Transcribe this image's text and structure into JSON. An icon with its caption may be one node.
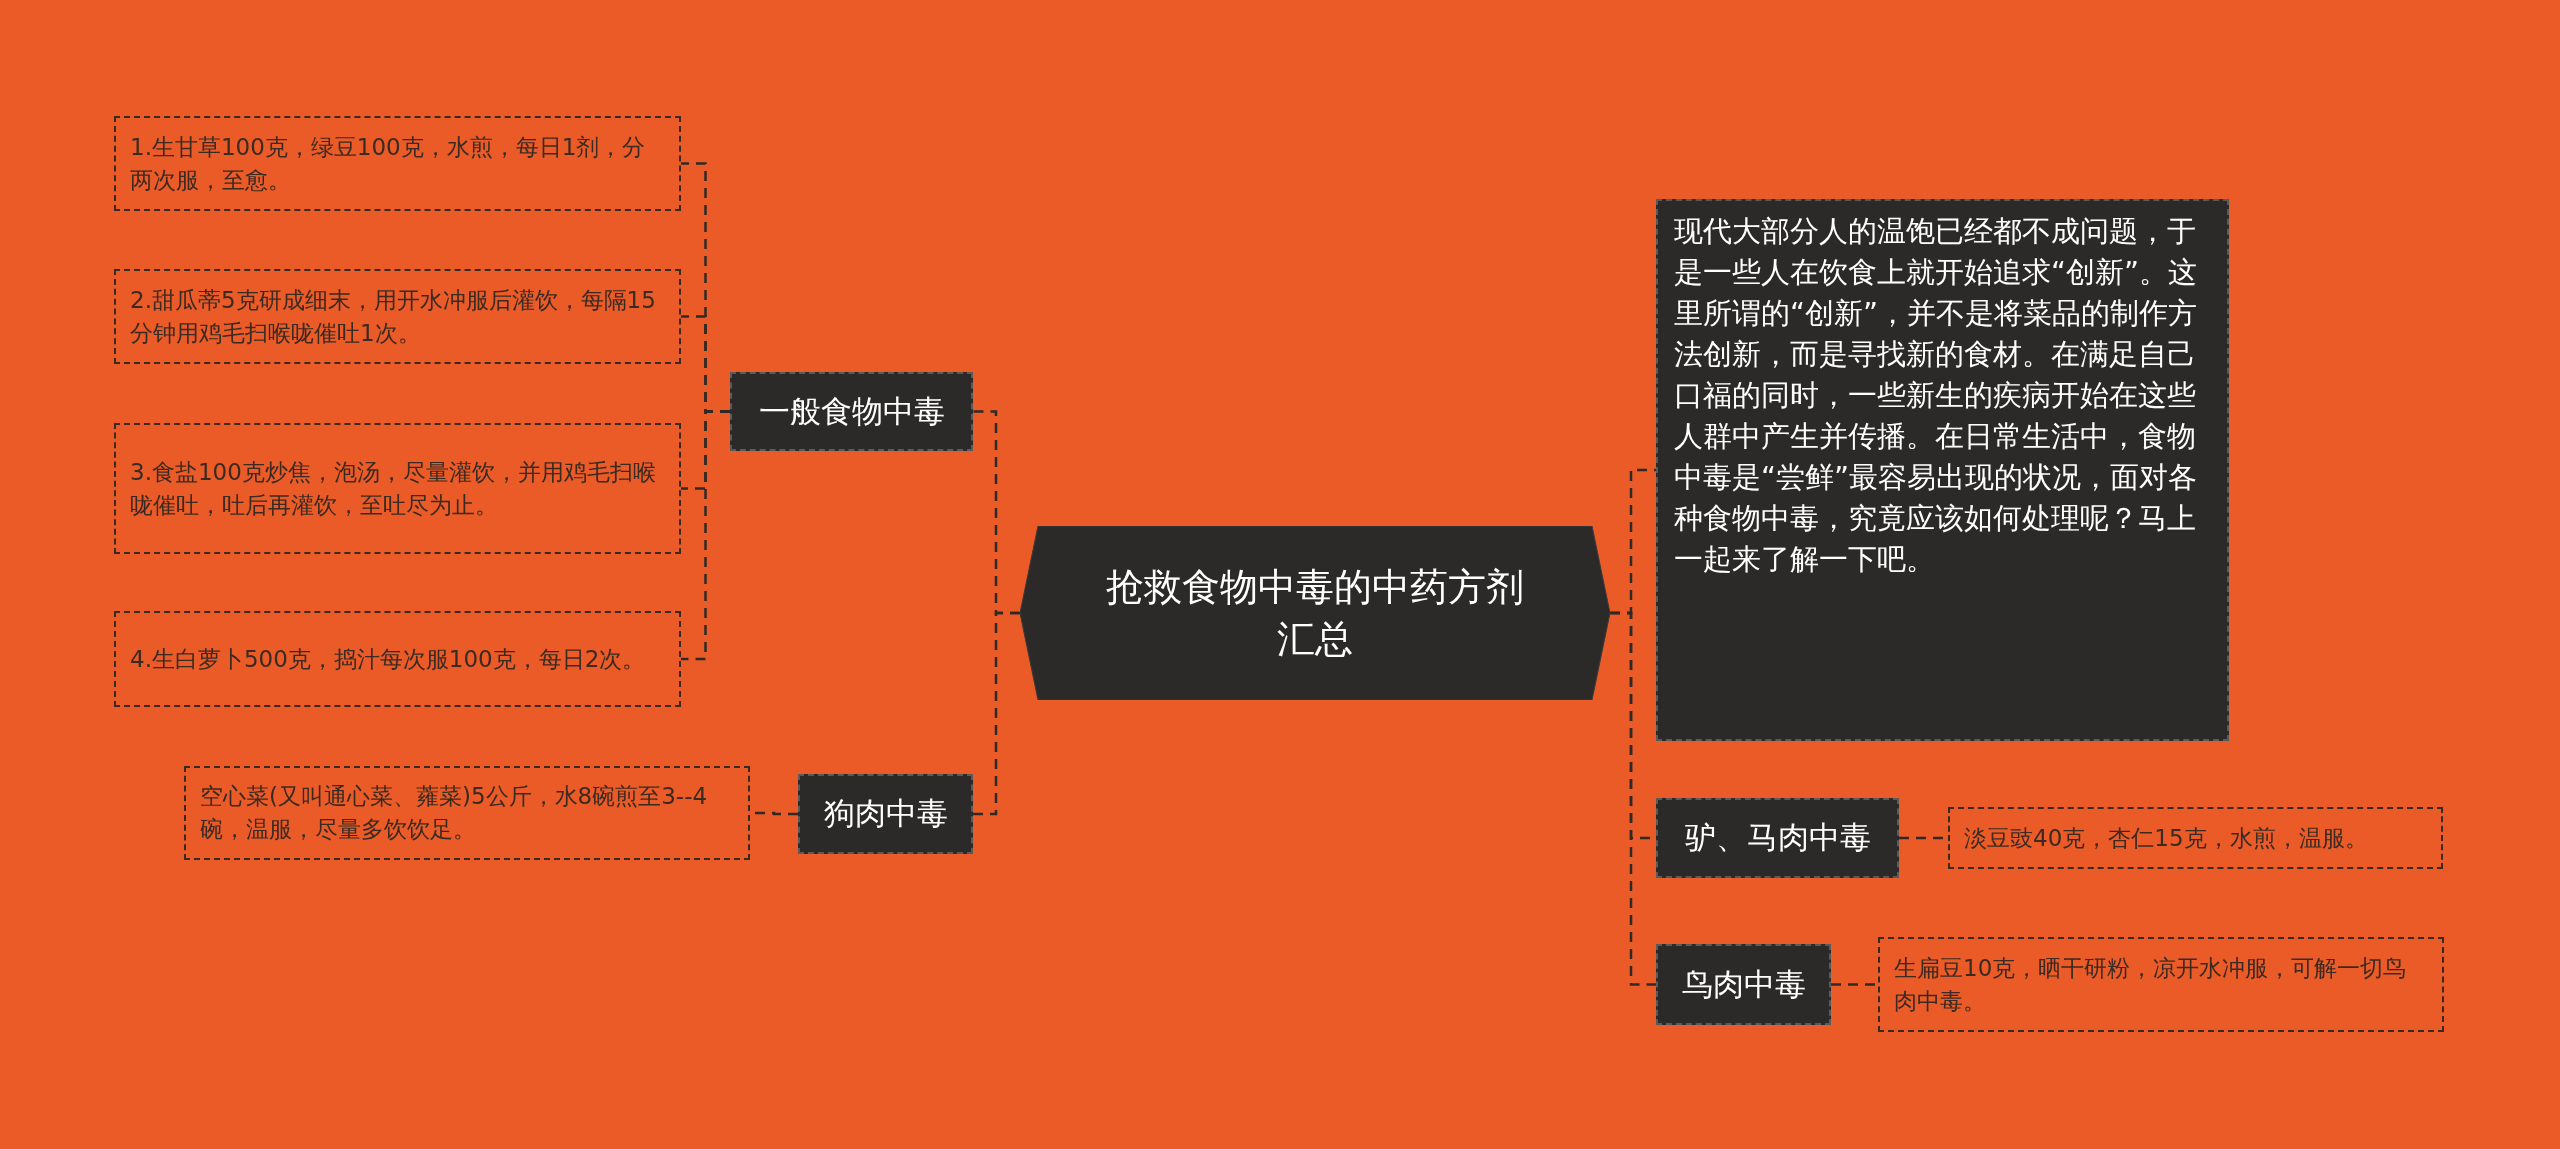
{
  "diagram": {
    "nodes": [
      {
        "text": [
          "抢救食物中毒的中药方剂汇总"
        ]
      },
      {
        "text": [
          "一般食物中毒"
        ]
      },
      {
        "text": [
          "1.生甘草100克，绿豆100克，水煎，每日1剂，分两次服，至愈。"
        ]
      },
      {
        "text": [
          "2.甜瓜蒂5克研成细末，用开水冲服后灌饮，每隔15分钟用鸡毛扫喉咙催吐1次。"
        ]
      },
      {
        "text": [
          "3.食盐100克炒焦，泡汤，尽量灌饮，并用鸡毛扫喉咙催吐，吐后再灌饮，至吐尽为止。"
        ]
      },
      {
        "text": [
          "4.生白萝卜500克，捣汁每次服100克，每日2次。"
        ]
      },
      {
        "text": [
          "狗肉中毒"
        ]
      },
      {
        "text": [
          "空心菜(又叫通心菜、蕹菜)5公斤，水8碗煎至3--4碗，温服，尽量多饮饮足。"
        ]
      },
      {
        "text": [
          "现代大部分人的温饱已经都不成问题，于是一些人在饮食上就开始追求“创新”。这里所谓的“创新”，并不是将菜品的制作方法创新，而是寻找新的食材。在满足自己口福的同时，一些新生的疾病开始在这些人群中产生并传播。在日常生活中，食物中毒是“尝鲜”最容易出现的状况，面对各种食物中毒，究竟应该如何处理呢？马上一起来了解一下吧。"
        ]
      },
      {
        "text": [
          "驴、马肉中毒"
        ]
      },
      {
        "text": [
          "淡豆豉40克，杏仁15克，水煎，温服。"
        ]
      },
      {
        "text": [
          "鸟肉中毒"
        ]
      },
      {
        "text": [
          "生扁豆10克，晒干研粉，凉开水冲服，可解一切鸟肉中毒。"
        ]
      }
    ],
    "edges": [
      {
        "from": 0,
        "to": 1,
        "arrow": "none",
        "style": "dashed"
      },
      {
        "from": 0,
        "to": 6,
        "arrow": "none",
        "style": "dashed"
      },
      {
        "from": 0,
        "to": 8,
        "arrow": "none",
        "style": "dashed"
      },
      {
        "from": 0,
        "to": 9,
        "arrow": "none",
        "style": "dashed"
      },
      {
        "from": 0,
        "to": 11,
        "arrow": "none",
        "style": "dashed"
      },
      {
        "from": 1,
        "to": 2,
        "arrow": "none",
        "style": "dashed"
      },
      {
        "from": 1,
        "to": 3,
        "arrow": "none",
        "style": "dashed"
      },
      {
        "from": 1,
        "to": 4,
        "arrow": "none",
        "style": "dashed"
      },
      {
        "from": 1,
        "to": 5,
        "arrow": "none",
        "style": "dashed"
      },
      {
        "from": 6,
        "to": 7,
        "arrow": "none",
        "style": "dashed"
      },
      {
        "from": 9,
        "to": 10,
        "arrow": "none",
        "style": "dashed"
      },
      {
        "from": 11,
        "to": 12,
        "arrow": "none",
        "style": "dashed"
      }
    ]
  }
}
